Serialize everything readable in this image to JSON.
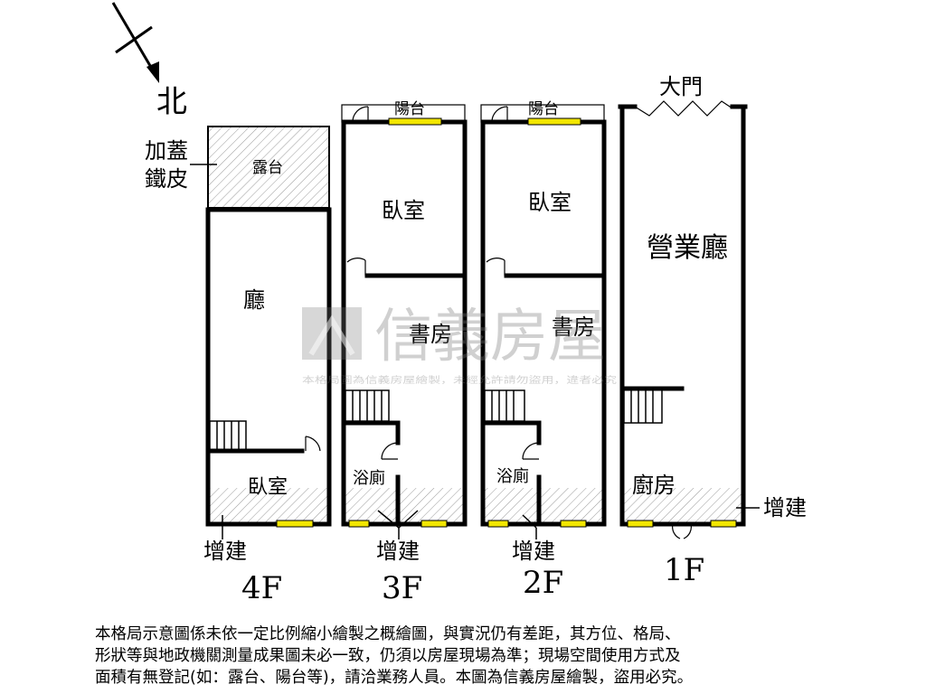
{
  "compass": {
    "label": "北"
  },
  "floors": [
    {
      "id": "4F",
      "label": "4F",
      "rooms": {
        "terrace": "露台",
        "hall": "廳",
        "bedroom": "臥室"
      },
      "annotations": {
        "tin_roof": [
          "加蓋",
          "鐵皮"
        ],
        "extension": "增建"
      }
    },
    {
      "id": "3F",
      "label": "3F",
      "rooms": {
        "balcony": "陽台",
        "bedroom": "臥室",
        "study": "書房",
        "bathroom": "浴廁"
      },
      "annotations": {
        "extension": "增建"
      }
    },
    {
      "id": "2F",
      "label": "2F",
      "rooms": {
        "balcony": "陽台",
        "bedroom": "臥室",
        "study": "書房",
        "bathroom": "浴廁"
      },
      "annotations": {
        "extension": "增建"
      }
    },
    {
      "id": "1F",
      "label": "1F",
      "rooms": {
        "main_door": "大門",
        "business_hall": "營業廳",
        "kitchen": "廚房"
      },
      "annotations": {
        "extension": "增建"
      }
    }
  ],
  "watermark": {
    "brand": "信義房屋",
    "notice": "本格局圖為信義房屋繪製，未經允許請勿盜用，違者必究"
  },
  "disclaimer": [
    "本格局示意圖係未依一定比例縮小繪製之概繪圖，與實況仍有差距，其方位、格局、",
    "形狀等與地政機關測量成果圖未必一致，仍須以房屋現場為準；現場空間使用方式及",
    "面積有無登記(如：露台、陽台等)，請洽業務人員。本圖為信義房屋繪製，盜用必究。"
  ],
  "colors": {
    "window": "#f2e600",
    "wall": "#000000",
    "watermark": "#7a7a7a"
  }
}
